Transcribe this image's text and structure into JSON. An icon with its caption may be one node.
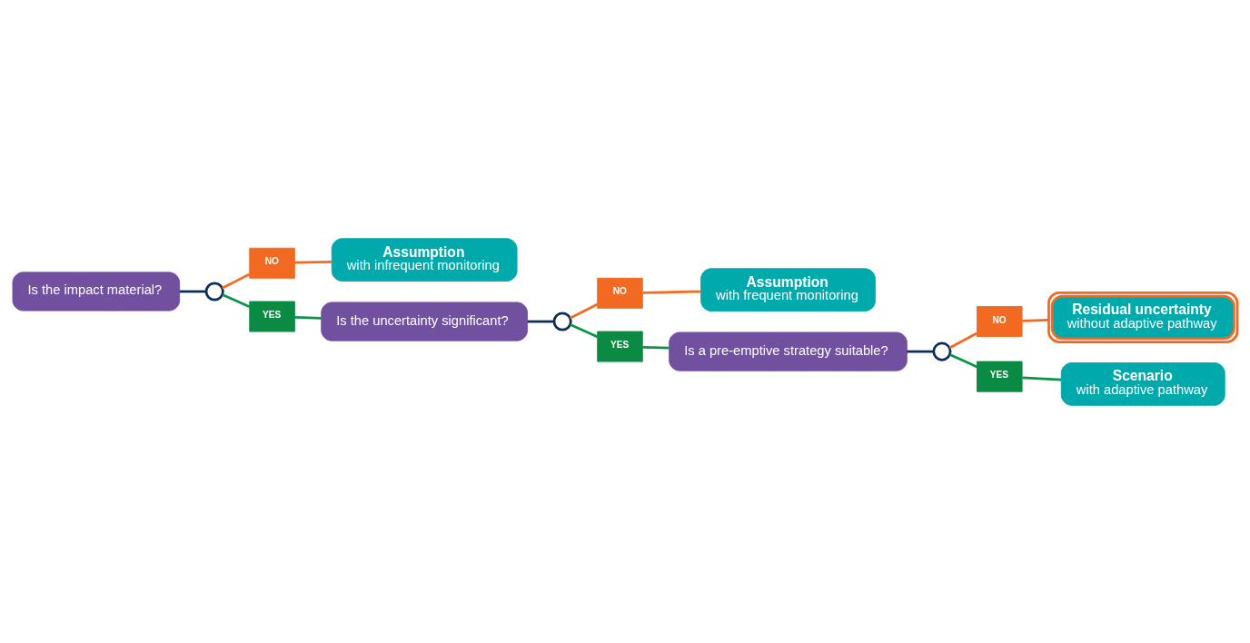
{
  "diagram": {
    "nodes": [
      {
        "text": [
          "Is the impact material?"
        ]
      },
      {
        "text": [],
        "shape": "circle"
      },
      {
        "text": [
          "NO"
        ]
      },
      {
        "text": [
          "Assumption",
          "with infrequent monitoring"
        ]
      },
      {
        "text": [
          "YES"
        ]
      },
      {
        "text": [
          "Is the uncertainty significant?"
        ]
      },
      {
        "text": [],
        "shape": "circle"
      },
      {
        "text": [
          "NO"
        ]
      },
      {
        "text": [
          "Assumption",
          "with frequent monitoring"
        ]
      },
      {
        "text": [
          "YES"
        ]
      },
      {
        "text": [
          "Is a pre-emptive strategy suitable?"
        ]
      },
      {
        "text": [],
        "shape": "circle"
      },
      {
        "text": [
          "NO"
        ]
      },
      {
        "text": [
          "Residual uncertainty",
          "without adaptive pathway"
        ]
      },
      {
        "text": [
          "YES"
        ]
      },
      {
        "text": [
          "Scenario",
          "with adaptive pathway"
        ]
      }
    ],
    "edges": [
      {
        "from": 0,
        "to": 1,
        "arrow": "none",
        "color": "#0b2d5b"
      },
      {
        "from": 1,
        "to": 2,
        "arrow": "none",
        "color": "#f26a21"
      },
      {
        "from": 2,
        "to": 3,
        "arrow": "none",
        "color": "#f26a21"
      },
      {
        "from": 1,
        "to": 4,
        "arrow": "none",
        "color": "#0a9447"
      },
      {
        "from": 4,
        "to": 5,
        "arrow": "none",
        "color": "#0a9447"
      },
      {
        "from": 5,
        "to": 6,
        "arrow": "none",
        "color": "#0b2d5b"
      },
      {
        "from": 6,
        "to": 7,
        "arrow": "none",
        "color": "#f26a21"
      },
      {
        "from": 7,
        "to": 8,
        "arrow": "none",
        "color": "#f26a21"
      },
      {
        "from": 6,
        "to": 9,
        "arrow": "none",
        "color": "#0a9447"
      },
      {
        "from": 9,
        "to": 10,
        "arrow": "none",
        "color": "#0a9447"
      },
      {
        "from": 10,
        "to": 11,
        "arrow": "none",
        "color": "#0b2d5b"
      },
      {
        "from": 11,
        "to": 12,
        "arrow": "none",
        "color": "#f26a21"
      },
      {
        "from": 12,
        "to": 13,
        "arrow": "none",
        "color": "#f26a21"
      },
      {
        "from": 11,
        "to": 14,
        "arrow": "none",
        "color": "#0a9447"
      },
      {
        "from": 14,
        "to": 15,
        "arrow": "none",
        "color": "#0a9447"
      }
    ]
  }
}
